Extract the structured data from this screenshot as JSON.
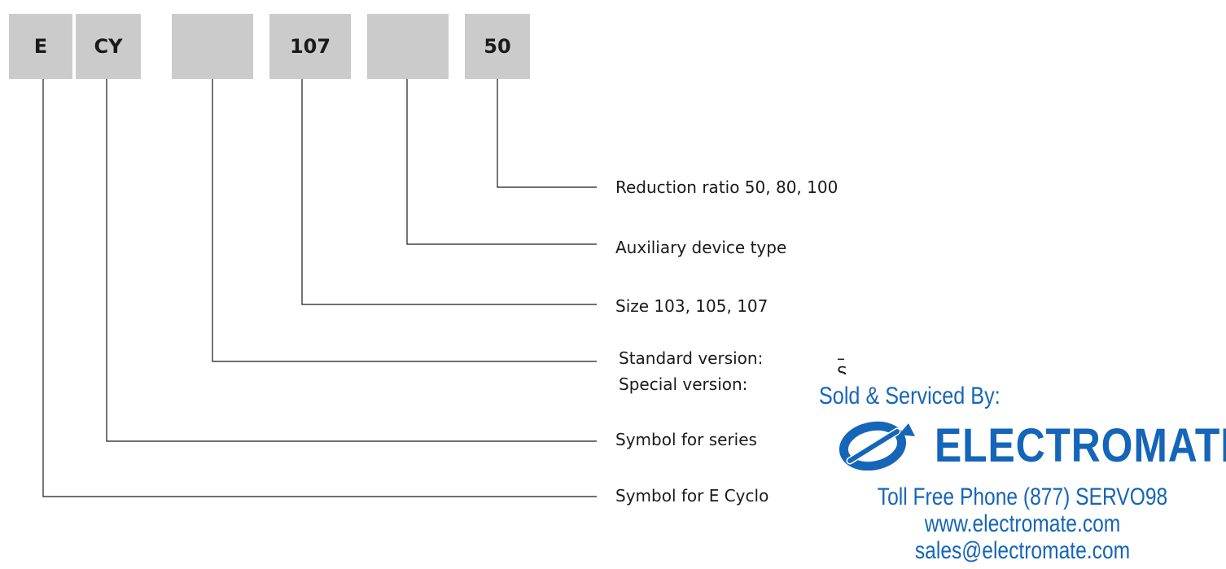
{
  "code_boxes": [
    "E",
    "CY",
    "",
    "107",
    "",
    "50"
  ],
  "descriptions": {
    "reduction_ratio": "Reduction ratio 50, 80, 100",
    "aux_device": "Auxiliary device type",
    "size": "Size 103, 105, 107",
    "standard_version": "Standard version:",
    "standard_version_value": "–",
    "special_version": "Special version:",
    "special_version_value": "S",
    "symbol_series": "Symbol for series",
    "symbol_ecyclo": "Symbol for E Cyclo"
  },
  "dealer": {
    "sold_by": "Sold & Serviced By:",
    "brand_name": "ELECTROMATE",
    "phone": "Toll Free Phone  (877) SERVO98",
    "website": "www.electromate.com",
    "email": "sales@electromate.com",
    "logo_icon": "electromate-logo-icon",
    "brand_color": "#1565b8"
  }
}
